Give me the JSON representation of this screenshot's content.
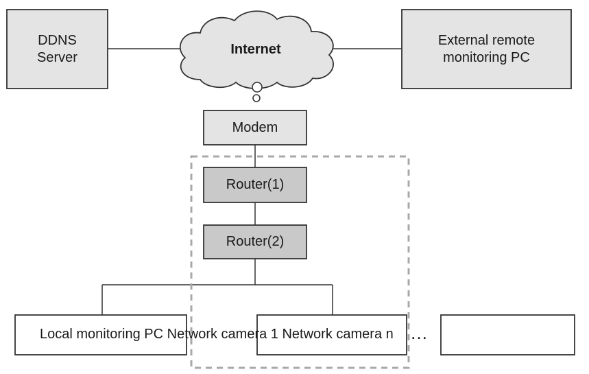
{
  "nodes": {
    "ddns": "DDNS\nServer",
    "internet": "Internet",
    "remote_pc": "External remote\nmonitoring PC",
    "modem": "Modem",
    "router1": "Router(1)",
    "router2": "Router(2)",
    "local_row": "Local monitoring PC Network camera 1 Network camera n",
    "ellipsis": "…"
  },
  "colors": {
    "box_light": "#e4e4e4",
    "box_dark": "#c9c9c9",
    "stroke": "#333333",
    "dashed": "#a8a8a8"
  }
}
